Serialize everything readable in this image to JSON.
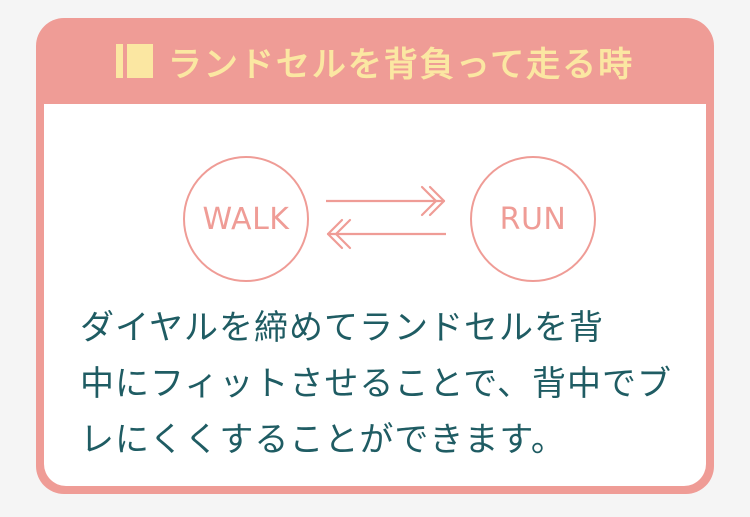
{
  "header": {
    "title": "ランドセルを背負って走る時"
  },
  "diagram": {
    "left_label": "WALK",
    "right_label": "RUN"
  },
  "description": {
    "lines": [
      "ダイヤルを締めてランドセルを背",
      "中にフィットさせることで、背中でブ",
      "レにくくすることができます。"
    ]
  },
  "colors": {
    "accent": "#ef9c96",
    "title_text": "#fbe7a2",
    "body_text": "#1f5c63",
    "background": "#f5f5f5"
  },
  "icons": {
    "title_mark": "title-bar-mark-icon",
    "arrow_right": "arrow-right-icon",
    "arrow_left": "arrow-left-icon"
  }
}
